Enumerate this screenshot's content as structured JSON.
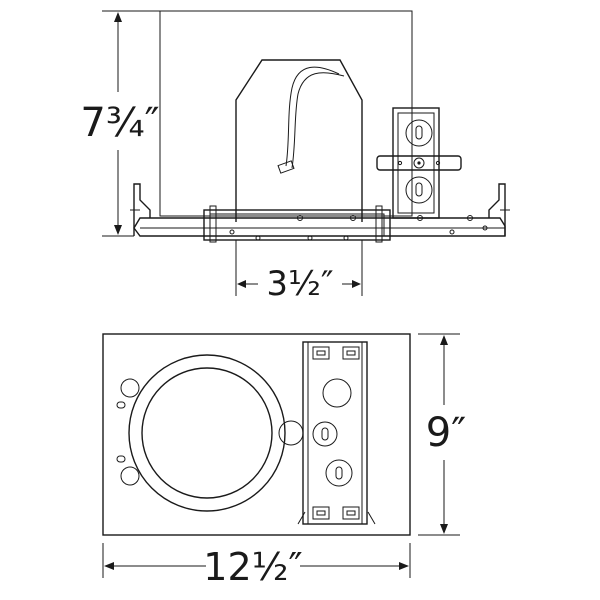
{
  "dimensions": {
    "height": "7¾″",
    "aperture": "3½″",
    "depth": "9″",
    "length": "12½″"
  }
}
